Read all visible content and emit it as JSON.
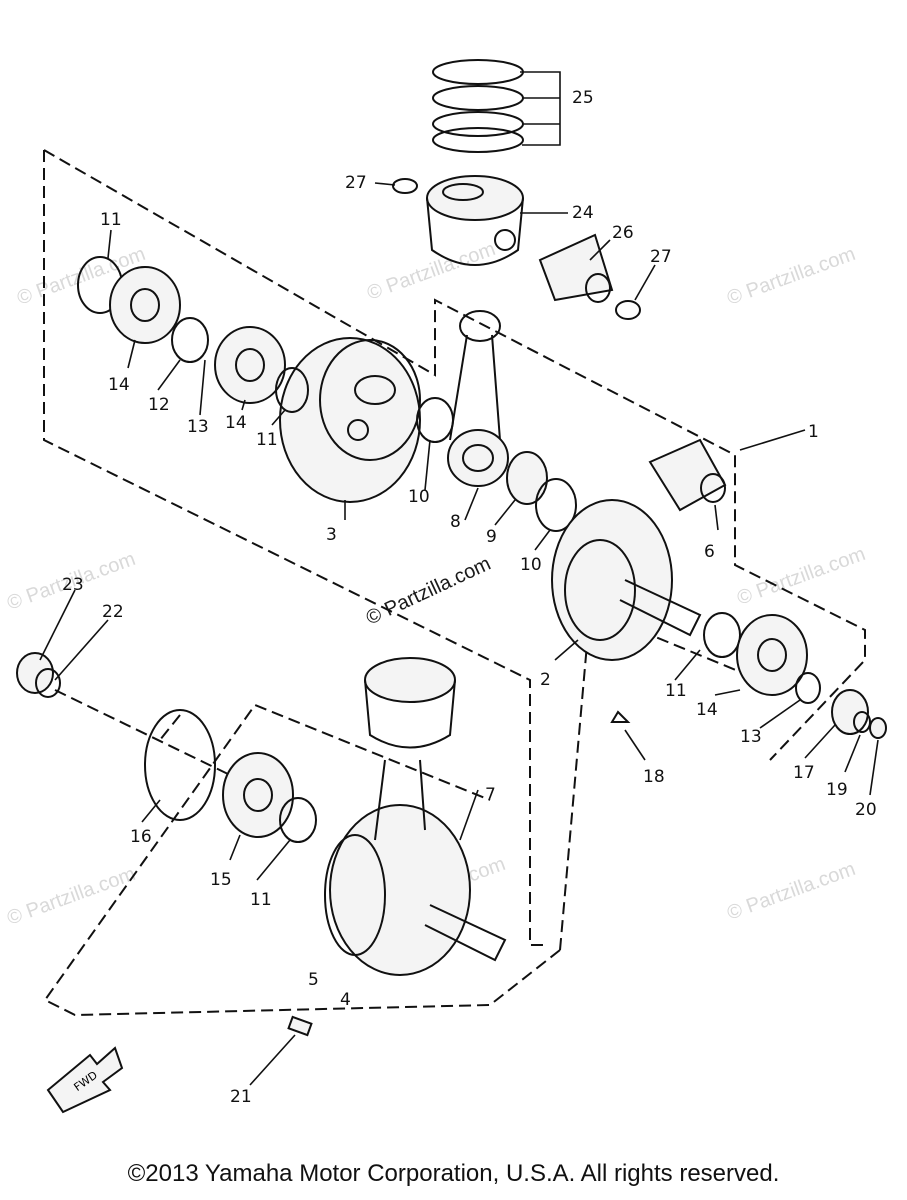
{
  "callouts": [
    "1",
    "2",
    "3",
    "4",
    "5",
    "6",
    "7",
    "8",
    "9",
    "10",
    "10",
    "11",
    "11",
    "11",
    "11",
    "12",
    "13",
    "13",
    "14",
    "14",
    "14",
    "15",
    "16",
    "17",
    "18",
    "19",
    "20",
    "21",
    "22",
    "23",
    "24",
    "25",
    "26",
    "27",
    "27"
  ],
  "labels": {
    "n1": "1",
    "n2": "2",
    "n3": "3",
    "n4": "4",
    "n5": "5",
    "n6": "6",
    "n7": "7",
    "n8": "8",
    "n9": "9",
    "n10a": "10",
    "n10b": "10",
    "n11a": "11",
    "n11b": "11",
    "n11c": "11",
    "n11d": "11",
    "n12": "12",
    "n13a": "13",
    "n13b": "13",
    "n14a": "14",
    "n14b": "14",
    "n14c": "14",
    "n15": "15",
    "n16": "16",
    "n17": "17",
    "n18": "18",
    "n19": "19",
    "n20": "20",
    "n21": "21",
    "n22": "22",
    "n23": "23",
    "n24": "24",
    "n25": "25",
    "n26": "26",
    "n27a": "27",
    "n27b": "27"
  },
  "fwd_label": "FWD",
  "watermark": "© Partzilla.com",
  "center_watermark": "© Partzilla.com",
  "copyright": "©2013  Yamaha Motor Corporation, U.S.A. All rights reserved."
}
